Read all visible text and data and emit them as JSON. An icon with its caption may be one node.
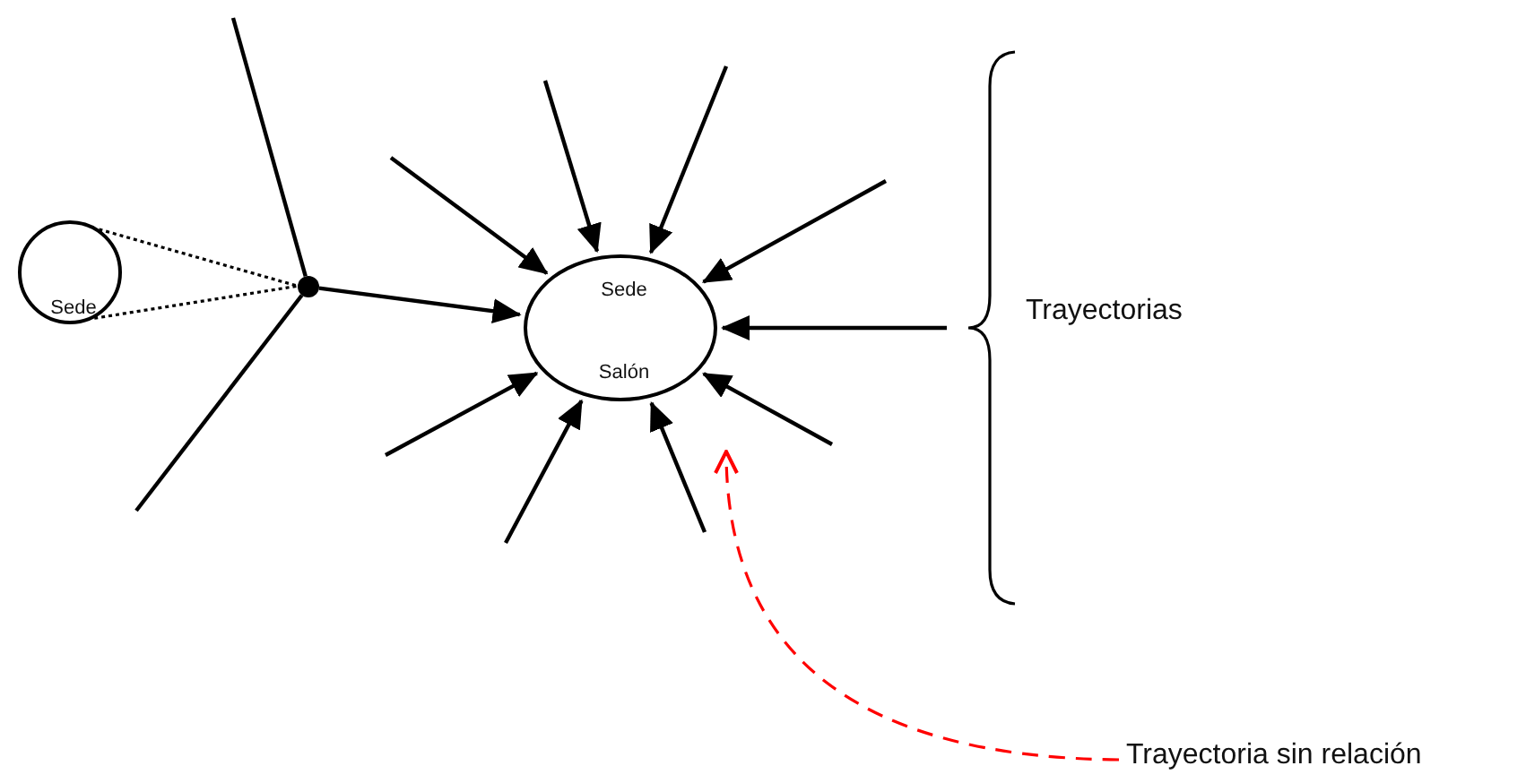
{
  "diagram": {
    "nodes": [
      {
        "text": [
          "Sede"
        ]
      },
      {
        "text": [],
        "shape": "circle"
      },
      {
        "text": [
          "Sede",
          "Salón"
        ]
      },
      {
        "text": [
          "Trayectoria sin relación"
        ]
      }
    ],
    "edges": [
      {
        "from": 0,
        "to": 1,
        "arrow": "none",
        "style": "dashed"
      },
      {
        "from": 0,
        "to": 1,
        "arrow": "none",
        "style": "dashed"
      },
      {
        "from": 1,
        "to": null,
        "arrow": "none"
      },
      {
        "from": 1,
        "to": null,
        "arrow": "none"
      },
      {
        "from": 1,
        "to": 2,
        "arrow": "to"
      },
      {
        "from": null,
        "to": 2,
        "arrow": "to"
      },
      {
        "from": null,
        "to": 2,
        "arrow": "to"
      },
      {
        "from": null,
        "to": 2,
        "arrow": "to"
      },
      {
        "from": null,
        "to": 2,
        "arrow": "to"
      },
      {
        "from": null,
        "to": 2,
        "arrow": "to"
      },
      {
        "from": null,
        "to": 2,
        "arrow": "to"
      },
      {
        "from": null,
        "to": 2,
        "arrow": "to"
      },
      {
        "from": null,
        "to": 2,
        "arrow": "to"
      },
      {
        "from": null,
        "to": 2,
        "arrow": "to"
      },
      {
        "from": 3,
        "to": null,
        "arrow": "to",
        "style": "dashed",
        "color": "#ff0000"
      }
    ],
    "labels": [
      "Trayectorias"
    ]
  }
}
